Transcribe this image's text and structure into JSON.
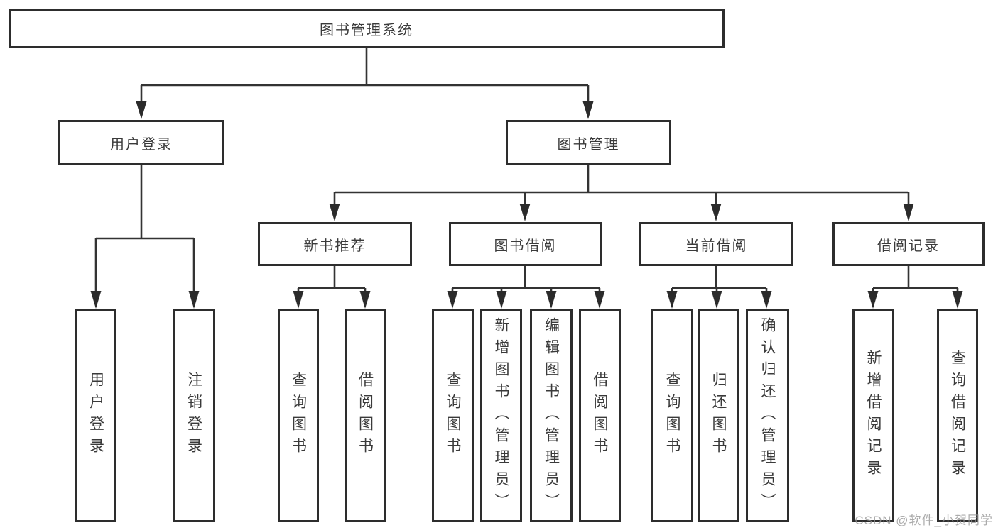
{
  "diagram": {
    "root": {
      "label": "图书管理系统"
    },
    "user_login": {
      "label": "用户登录",
      "children": [
        {
          "label": "用户登录"
        },
        {
          "label": "注销登录"
        }
      ]
    },
    "book_mgmt": {
      "label": "图书管理",
      "children": [
        {
          "label": "新书推荐",
          "children": [
            {
              "label": "查询图书"
            },
            {
              "label": "借阅图书"
            }
          ]
        },
        {
          "label": "图书借阅",
          "children": [
            {
              "label": "查询图书"
            },
            {
              "label": "新增图书（管理员）"
            },
            {
              "label": "编辑图书（管理员）"
            },
            {
              "label": "借阅图书"
            }
          ]
        },
        {
          "label": "当前借阅",
          "children": [
            {
              "label": "查询图书"
            },
            {
              "label": "归还图书"
            },
            {
              "label": "确认归还（管理员）"
            }
          ]
        },
        {
          "label": "借阅记录",
          "children": [
            {
              "label": "新增借阅记录"
            },
            {
              "label": "查询借阅记录"
            }
          ]
        }
      ]
    }
  },
  "watermark": {
    "text": "CSDN @软件_小贺同学"
  },
  "colors": {
    "line": "#333333",
    "arrow_fill": "#2b2b2b",
    "border": "#2d2d2d",
    "text": "#3a3a3a"
  }
}
